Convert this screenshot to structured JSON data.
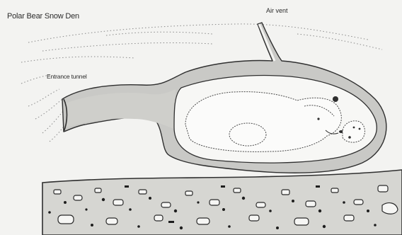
{
  "title": "Polar Bear Snow Den",
  "labels": {
    "air_vent": "Air vent",
    "entrance_tunnel": "Entrance tunnel"
  },
  "colors": {
    "background": "#f3f3f1",
    "snow_pack": "#c9c9c6",
    "den_interior": "#f7f7f5",
    "ground": "#d6d6d2",
    "outline": "#2f2f2f"
  },
  "parts": [
    "entrance-tunnel",
    "den-chamber",
    "air-vent",
    "mother-bear",
    "cub",
    "ground"
  ]
}
